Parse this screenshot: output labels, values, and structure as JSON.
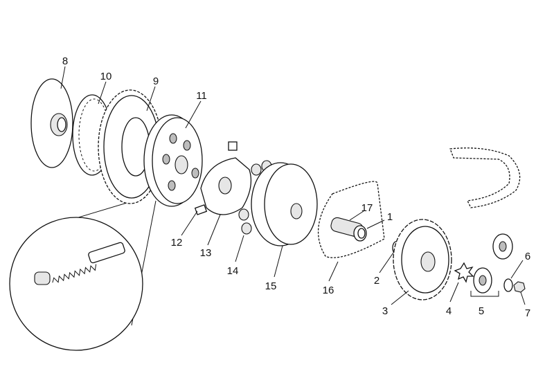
{
  "diagram": {
    "type": "exploded-parts-view",
    "callouts": [
      "8",
      "10",
      "9",
      "11",
      "12",
      "13",
      "14",
      "15",
      "16",
      "17",
      "1",
      "2",
      "3",
      "4",
      "5",
      "6",
      "7"
    ]
  }
}
